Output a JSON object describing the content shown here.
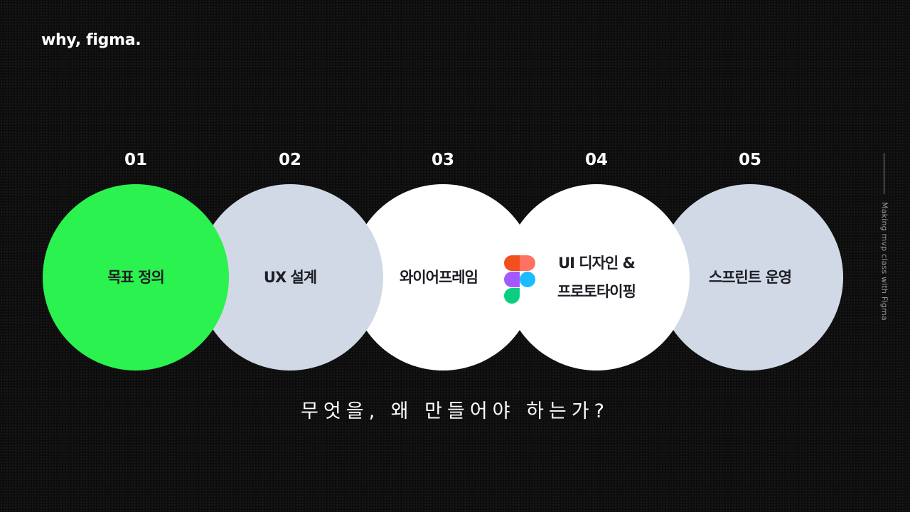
{
  "header": {
    "logo_text": "why, figma."
  },
  "sidebar": {
    "vertical_text": "Making mvp class with Figma"
  },
  "steps": [
    {
      "number": "01",
      "label": "목표 정의",
      "color": "#2bf24f"
    },
    {
      "number": "02",
      "label": "UX 설계",
      "color": "#d0d9e5"
    },
    {
      "number": "03",
      "label": "와이어프레임",
      "color": "#ffffff"
    },
    {
      "number": "04",
      "label_line1": "UI 디자인 &",
      "label_line2": "프로토타이핑",
      "color": "#ffffff"
    },
    {
      "number": "05",
      "label": "스프린트 운영",
      "color": "#d0d9e5"
    }
  ],
  "figma_logo": {
    "icon": "figma-logo-icon",
    "colors": [
      "#f24e1e",
      "#ff7262",
      "#a259ff",
      "#1abcfe",
      "#0acf83"
    ]
  },
  "tagline": "무엇을, 왜 만들어야 하는가?",
  "theme": {
    "background": "#0d0d0d",
    "text": "#ffffff",
    "accent": "#2bf24f"
  }
}
